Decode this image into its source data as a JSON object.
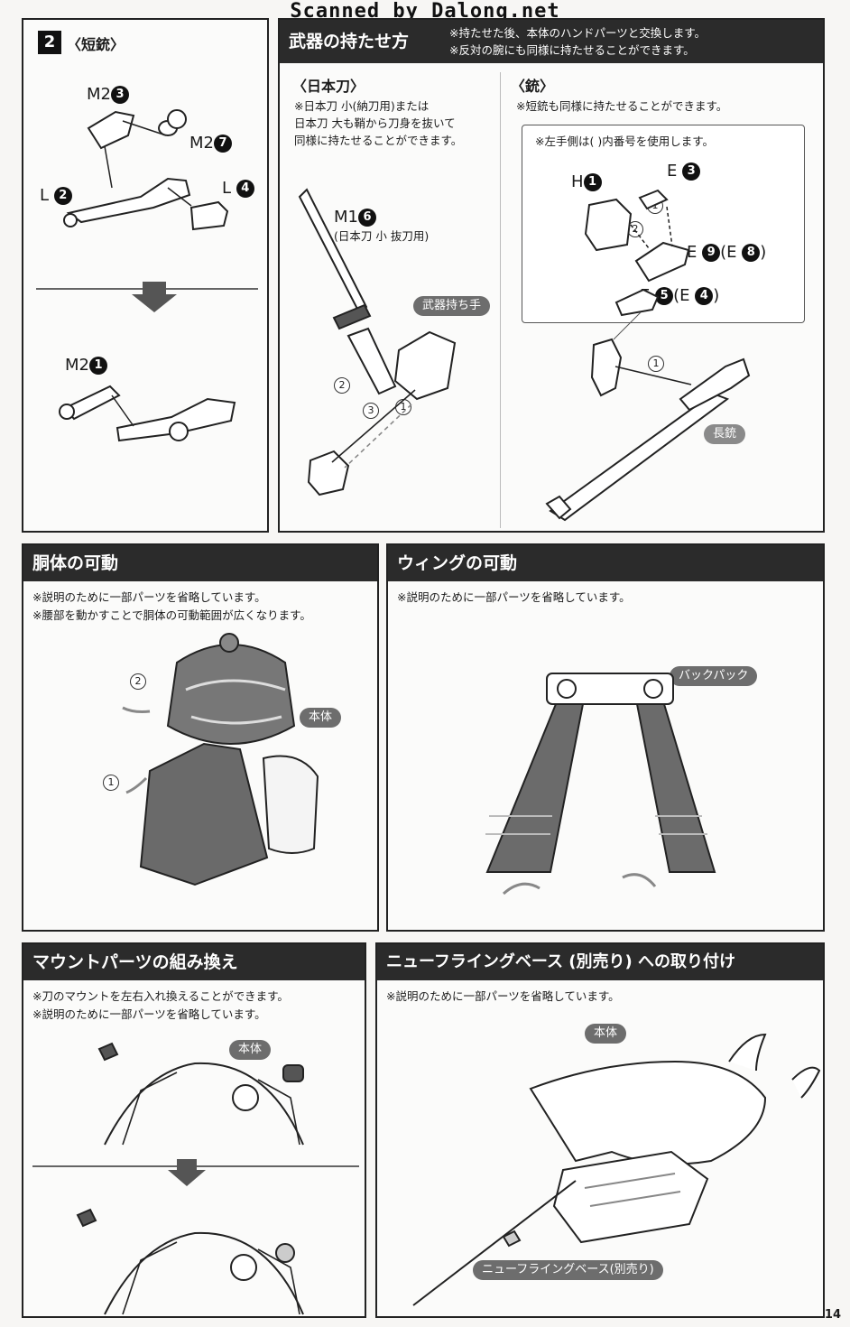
{
  "watermark": "Scanned by Dalong.net",
  "page_number": "14",
  "short_gun": {
    "step": "2",
    "title": "〈短銃〉",
    "labels": {
      "m2_3": "M2",
      "m2_7": "M2",
      "l_2": "L",
      "l_4": "L",
      "m2_1": "M2"
    },
    "nums": {
      "m2_3": "3",
      "m2_7": "7",
      "l_2": "2",
      "l_4": "4",
      "m2_1": "1"
    }
  },
  "weapon_hold": {
    "title": "武器の持たせ方",
    "notes": [
      "※持たせた後、本体のハンドパーツと交換します。",
      "※反対の腕にも同様に持たせることができます。"
    ],
    "katana": {
      "title": "〈日本刀〉",
      "notes": [
        "※日本刀 小(納刀用)または",
        "日本刀 大も鞘から刀身を抜いて",
        "同様に持たせることができます。"
      ],
      "part": "M1",
      "part_num": "6",
      "part_note": "(日本刀 小 抜刀用)",
      "tag": "武器持ち手",
      "steps": [
        "2",
        "3",
        "1"
      ]
    },
    "gun": {
      "title": "〈銃〉",
      "note": "※短銃も同様に持たせることができます。",
      "inset_note": "※左手側は( )内番号を使用します。",
      "labels": {
        "h1": "H",
        "e3": "E",
        "e9": "E",
        "e8": "(E",
        "e5": "E",
        "e4": "(E"
      },
      "nums": {
        "h1": "1",
        "e3": "3",
        "e9": "9",
        "e8": "8",
        "e5": "5",
        "e4": "4"
      },
      "steps": [
        "1",
        "2",
        "1"
      ],
      "tag": "長銃"
    }
  },
  "torso": {
    "title": "胴体の可動",
    "notes": [
      "※説明のために一部パーツを省略しています。",
      "※腰部を動かすことで胴体の可動範囲が広くなります。"
    ],
    "tag": "本体",
    "steps": [
      "2",
      "1"
    ]
  },
  "wing": {
    "title": "ウィングの可動",
    "notes": [
      "※説明のために一部パーツを省略しています。"
    ],
    "tag": "バックパック"
  },
  "mount": {
    "title": "マウントパーツの組み換え",
    "notes": [
      "※刀のマウントを左右入れ換えることができます。",
      "※説明のために一部パーツを省略しています。"
    ],
    "tag": "本体"
  },
  "flying_base": {
    "title": "ニューフライングベース (別売り) への取り付け",
    "notes": [
      "※説明のために一部パーツを省略しています。"
    ],
    "tag_body": "本体",
    "tag_base": "ニューフライングベース(別売り)"
  }
}
